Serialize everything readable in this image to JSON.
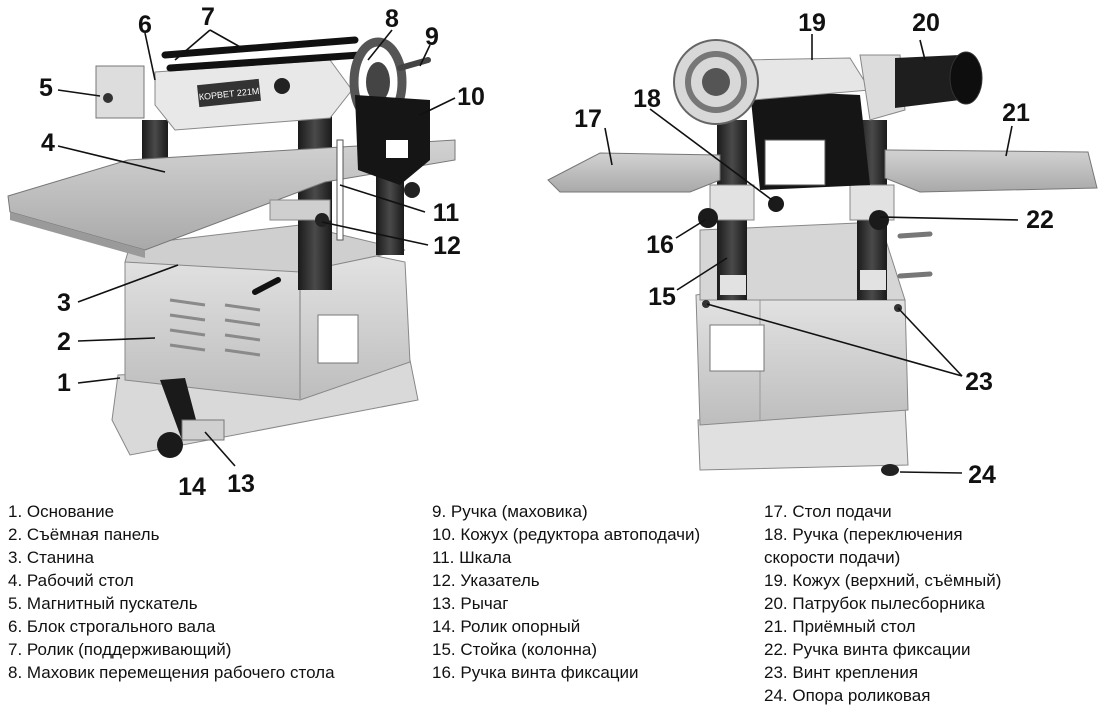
{
  "callouts": {
    "n1": "1",
    "n2": "2",
    "n3": "3",
    "n4": "4",
    "n5": "5",
    "n6": "6",
    "n7": "7",
    "n8": "8",
    "n9": "9",
    "n10": "10",
    "n11": "11",
    "n12": "12",
    "n13": "13",
    "n14": "14",
    "n15": "15",
    "n16": "16",
    "n17": "17",
    "n18": "18",
    "n19": "19",
    "n20": "20",
    "n21": "21",
    "n22": "22",
    "n23": "23",
    "n24": "24"
  },
  "machine_plate": {
    "brand": "КОРВЕТ 221М"
  },
  "legend": {
    "col1": [
      "1. Основание",
      "2. Съёмная панель",
      "3. Станина",
      "4. Рабочий стол",
      "5. Магнитный пускатель",
      "6. Блок строгального вала",
      "7. Ролик (поддерживающий)",
      "8. Маховик перемещения рабочего стола"
    ],
    "col2": [
      "9. Ручка (маховика)",
      "10. Кожух (редуктора автоподачи)",
      "11. Шкала",
      "12. Указатель",
      "13. Рычаг",
      "14. Ролик опорный",
      "15. Стойка (колонна)",
      "16. Ручка винта фиксации"
    ],
    "col3": [
      "17. Стол подачи",
      "18. Ручка (переключения",
      "скорости подачи)",
      "19. Кожух (верхний, съёмный)",
      "20. Патрубок пылесборника",
      "21. Приёмный стол",
      "22. Ручка винта фиксации",
      "23. Винт крепления",
      "24. Опора роликовая"
    ]
  }
}
